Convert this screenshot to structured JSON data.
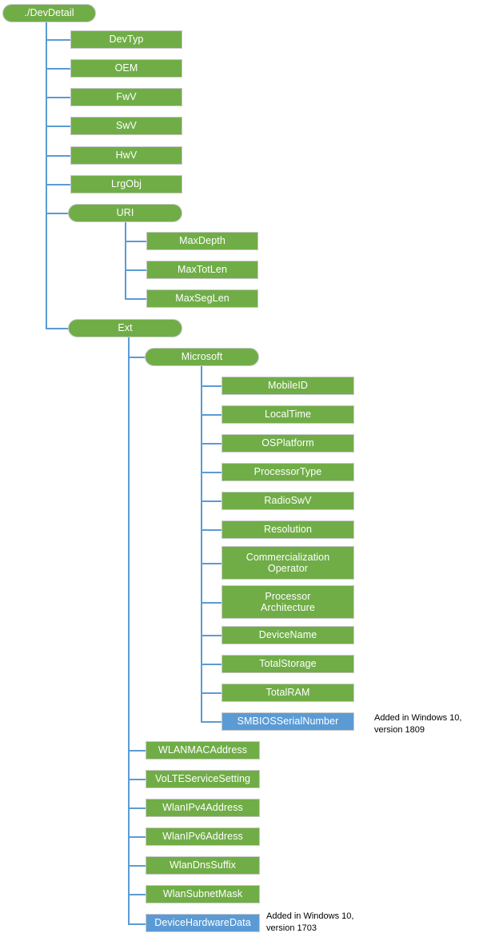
{
  "diagram": {
    "title": "./DevDetail configuration service provider tree",
    "colors": {
      "node_green": "#70AD47",
      "node_blue": "#5B9BD5",
      "connector": "#5B9BD5",
      "node_border": "#c9c9c9",
      "node_text": "#ffffff",
      "note_text": "#000000",
      "background": "#ffffff"
    },
    "root": {
      "label": "./DevDetail"
    },
    "level1": [
      {
        "label": "DevTyp"
      },
      {
        "label": "OEM"
      },
      {
        "label": "FwV"
      },
      {
        "label": "SwV"
      },
      {
        "label": "HwV"
      },
      {
        "label": "LrgObj"
      },
      {
        "label": "URI"
      },
      {
        "label": "Ext"
      }
    ],
    "uri_children": [
      {
        "label": "MaxDepth"
      },
      {
        "label": "MaxTotLen"
      },
      {
        "label": "MaxSegLen"
      }
    ],
    "ext_children": [
      {
        "label": "Microsoft"
      },
      {
        "label": "WLANMACAddress"
      },
      {
        "label": "VoLTEServiceSetting"
      },
      {
        "label": "WlanIPv4Address"
      },
      {
        "label": "WlanIPv6Address"
      },
      {
        "label": "WlanDnsSuffix"
      },
      {
        "label": "WlanSubnetMask"
      },
      {
        "label": "DeviceHardwareData"
      }
    ],
    "microsoft_children": [
      {
        "label": "MobileID"
      },
      {
        "label": "LocalTime"
      },
      {
        "label": "OSPlatform"
      },
      {
        "label": "ProcessorType"
      },
      {
        "label": "RadioSwV"
      },
      {
        "label": "Resolution"
      },
      {
        "label": "Commercialization\nOperator"
      },
      {
        "label": "Processor\nArchitecture"
      },
      {
        "label": "DeviceName"
      },
      {
        "label": "TotalStorage"
      },
      {
        "label": "TotalRAM"
      },
      {
        "label": "SMBIOSSerialNumber"
      }
    ],
    "notes": [
      {
        "text": "Added in Windows 10,\nversion 1809"
      },
      {
        "text": "Added in Windows 10,\nversion 1703"
      }
    ]
  }
}
